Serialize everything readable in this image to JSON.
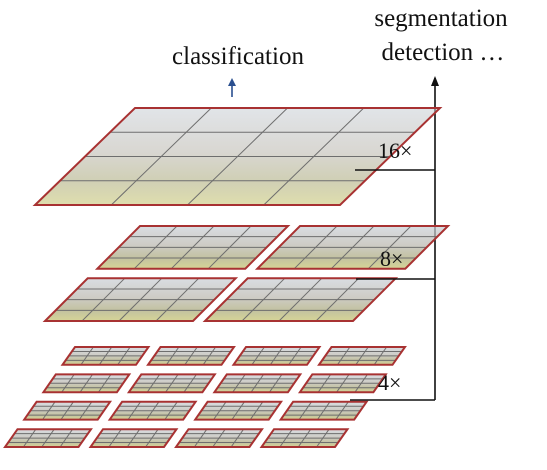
{
  "top_labels": {
    "classification": "classification",
    "segmentation": "segmentation",
    "detection": "detection …"
  },
  "levels": [
    {
      "scale_label": "16×",
      "patches_per_side": 1,
      "grid_divisions": 4
    },
    {
      "scale_label": "8×",
      "patches_per_side": 2,
      "grid_divisions": 4
    },
    {
      "scale_label": "4×",
      "patches_per_side": 4,
      "grid_divisions": 4
    }
  ],
  "colors": {
    "patch_border": "#a83232",
    "grid_line": "#6e6e6e",
    "classification_arrow": "#2a4f8f",
    "connector_line": "#111111"
  }
}
